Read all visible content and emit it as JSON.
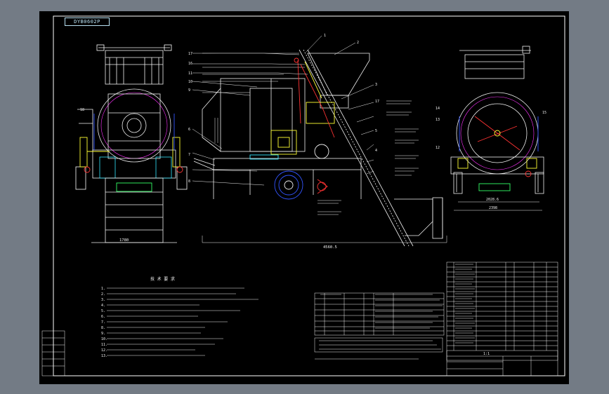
{
  "drawing": {
    "tag": "DYB0602P",
    "part_numbers": [
      "1",
      "2",
      "3",
      "4",
      "5",
      "6",
      "7",
      "8",
      "9",
      "10",
      "11",
      "12",
      "13",
      "14",
      "15",
      "16",
      "17",
      "18"
    ],
    "dimensions": {
      "side_length": "4560.5",
      "front_width": "1780",
      "rear_width": "2398",
      "rear_inner": "2028.6"
    },
    "notes_title": "技 术 要 求",
    "note_prefix": [
      "1.",
      "2.",
      "3.",
      "4.",
      "5.",
      "6.",
      "7.",
      "8.",
      "9.",
      "10.",
      "11.",
      "12.",
      "13."
    ],
    "scale": "1:1"
  },
  "colors": {
    "background": "#000000",
    "frame": "#ffffff",
    "line": "#f2f2f2",
    "yellow": "#ffff33",
    "cyan": "#33e6ff",
    "blue": "#3355ff",
    "green": "#33ff66",
    "red": "#ff3333",
    "magenta": "#ff33ff"
  }
}
